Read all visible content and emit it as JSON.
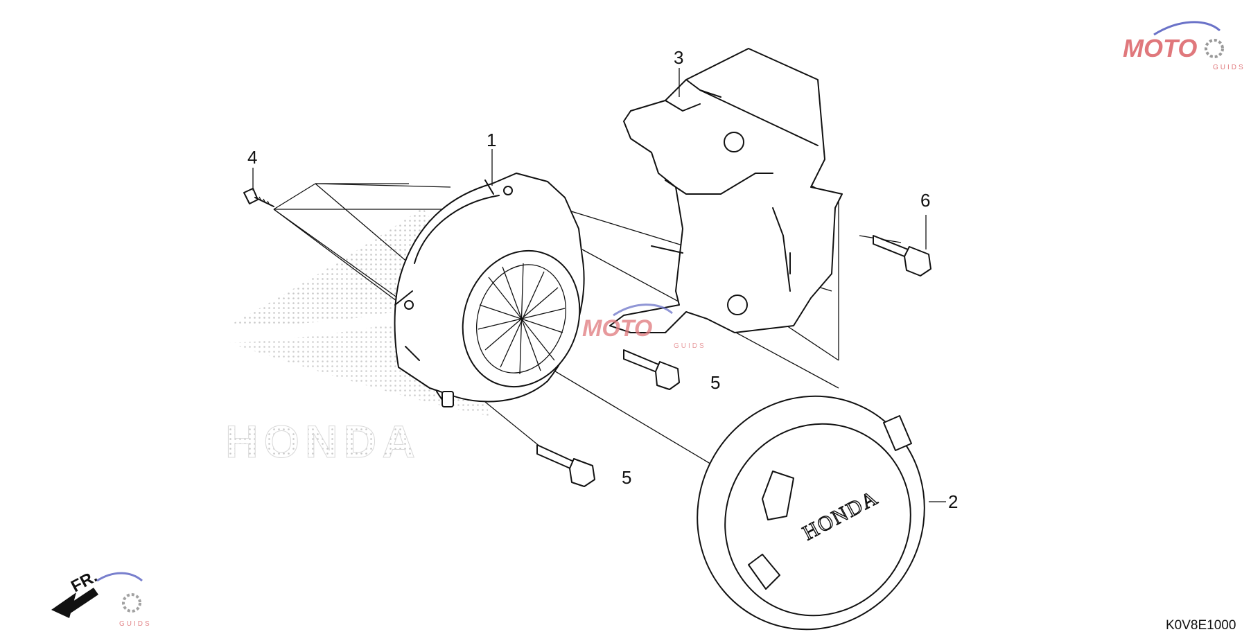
{
  "diagram": {
    "callouts": [
      {
        "id": "1",
        "label": "1"
      },
      {
        "id": "2",
        "label": "2"
      },
      {
        "id": "3",
        "label": "3"
      },
      {
        "id": "4",
        "label": "4"
      },
      {
        "id": "5a",
        "label": "5"
      },
      {
        "id": "5b",
        "label": "5"
      },
      {
        "id": "6",
        "label": "6"
      }
    ],
    "part_code": "K0V8E1000",
    "cover_emblem": "HONDA",
    "background_logo": "HONDA",
    "direction_marker": "FR.",
    "watermark": {
      "text": "MOTO",
      "subtext": "GUIDS"
    }
  },
  "colors": {
    "line": "#111111",
    "watermark_red": "#e0787c",
    "watermark_blue": "#6a72c8",
    "dot_gray": "#c8c8c8"
  },
  "icons": {
    "direction_marker": "arrow-left-down-icon",
    "watermark": "moto-gear-logo"
  }
}
